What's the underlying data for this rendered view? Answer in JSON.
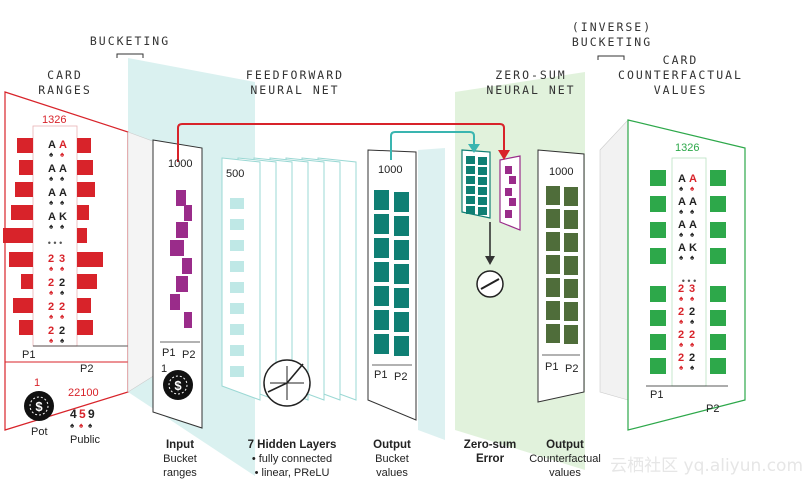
{
  "headings": {
    "bucketing": "BUCKETING",
    "card_ranges": "CARD\nRANGES",
    "feedforward": "FEEDFORWARD\nNEURAL NET",
    "zero_sum_net": "ZERO-SUM\nNEURAL NET",
    "inverse_bucketing": "(INVERSE)\nBUCKETING",
    "counterfactual_values": "CARD\nCOUNTERFACTUAL\nVALUES"
  },
  "card_ranges_panel": {
    "count": "1326",
    "p1": "P1",
    "p2": "P2",
    "pot_value": "1",
    "public_value": "22100",
    "pot_label": "Pot",
    "public_label": "Public",
    "card_ellipsis": "• • •",
    "cards": [
      {
        "top": "A",
        "bottom": "A",
        "top_color": "#222",
        "bottom_color": "#d8232a"
      },
      {
        "top": "A",
        "bottom": "A",
        "top_color": "#222",
        "bottom_color": "#222"
      },
      {
        "top": "A",
        "bottom": "A",
        "top_color": "#222",
        "bottom_color": "#222"
      },
      {
        "top": "A",
        "bottom": "K",
        "top_color": "#222",
        "bottom_color": "#222"
      },
      {
        "top": "2",
        "bottom": "3",
        "top_color": "#d8232a",
        "bottom_color": "#d8232a"
      },
      {
        "top": "2",
        "bottom": "2",
        "top_color": "#d8232a",
        "bottom_color": "#222"
      },
      {
        "top": "2",
        "bottom": "2",
        "top_color": "#d8232a",
        "bottom_color": "#d8232a"
      },
      {
        "top": "2",
        "bottom": "2",
        "top_color": "#d8232a",
        "bottom_color": "#222"
      }
    ],
    "public_cards": [
      "4",
      "5",
      "9"
    ]
  },
  "input_panel": {
    "count": "1000",
    "p1": "P1",
    "p2": "P2",
    "pot": "1"
  },
  "hidden_panel": {
    "count": "500",
    "layers": 7
  },
  "output_panel": {
    "count": "1000",
    "p1": "P1",
    "p2": "P2"
  },
  "zero_sum_output": {
    "count": "1000",
    "p1": "P1",
    "p2": "P2"
  },
  "counterfactual_panel": {
    "count": "1326",
    "p1": "P1",
    "p2": "P2",
    "card_ellipsis": "• • •",
    "cards": [
      {
        "top": "A",
        "bottom": "A",
        "top_color": "#222",
        "bottom_color": "#d8232a"
      },
      {
        "top": "A",
        "bottom": "A",
        "top_color": "#222",
        "bottom_color": "#222"
      },
      {
        "top": "A",
        "bottom": "A",
        "top_color": "#222",
        "bottom_color": "#222"
      },
      {
        "top": "A",
        "bottom": "K",
        "top_color": "#222",
        "bottom_color": "#222"
      },
      {
        "top": "2",
        "bottom": "3",
        "top_color": "#d8232a",
        "bottom_color": "#d8232a"
      },
      {
        "top": "2",
        "bottom": "2",
        "top_color": "#d8232a",
        "bottom_color": "#222"
      },
      {
        "top": "2",
        "bottom": "2",
        "top_color": "#d8232a",
        "bottom_color": "#d8232a"
      },
      {
        "top": "2",
        "bottom": "2",
        "top_color": "#d8232a",
        "bottom_color": "#222"
      }
    ]
  },
  "captions": {
    "input_title": "Input",
    "input_sub": "Bucket\nranges",
    "hidden_title": "7 Hidden Layers",
    "hidden_sub": "• fully connected\n• linear, PReLU",
    "output_title": "Output",
    "output_sub": "Bucket\nvalues",
    "zerosum_title": "Zero-sum",
    "zerosum_sub": "Error",
    "output2_title": "Output",
    "output2_sub": "Counterfactual\nvalues"
  },
  "watermark": "云栖社区 yq.aliyun.com",
  "colors": {
    "red": "#d8232a",
    "purple": "#9a2c8a",
    "teal": "#0f7f74",
    "teal_plane": "#cdeceb",
    "green_plane": "#dcf0d6",
    "dark_green": "#4f6d3a",
    "card_green": "#2da84a",
    "arrow_teal": "#3ab5b0"
  }
}
